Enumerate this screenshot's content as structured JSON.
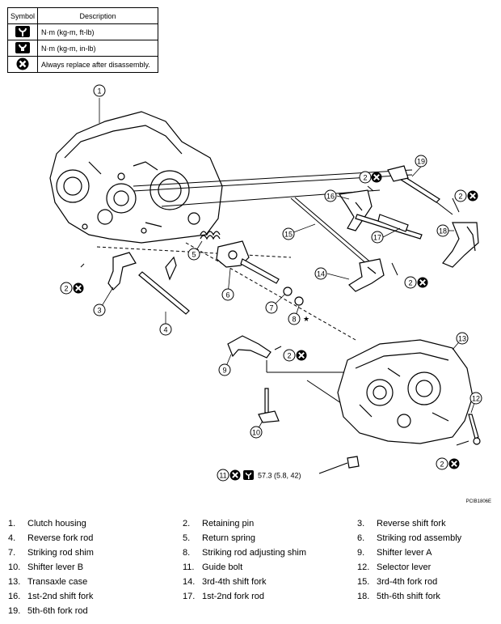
{
  "symbol_table": {
    "header_symbol": "Symbol",
    "header_description": "Description",
    "rows": [
      {
        "icon": "torque-wrench-icon",
        "description": "N·m (kg-m, ft-lb)"
      },
      {
        "icon": "torque-wrench-small-icon",
        "description": "N·m (kg-m, in-lb)"
      },
      {
        "icon": "replace-x-icon",
        "description": "Always replace after disassembly."
      }
    ]
  },
  "callouts": [
    "1",
    "2",
    "3",
    "4",
    "5",
    "6",
    "7",
    "8",
    "9",
    "10",
    "11",
    "12",
    "13",
    "14",
    "15",
    "16",
    "17",
    "18",
    "19"
  ],
  "star": "★",
  "torque_spec": "57.3 (5.8, 42)",
  "figure_id": "PCIB1806E",
  "legend": [
    {
      "num": "1.",
      "label": "Clutch housing"
    },
    {
      "num": "2.",
      "label": "Retaining pin"
    },
    {
      "num": "3.",
      "label": "Reverse shift fork"
    },
    {
      "num": "4.",
      "label": "Reverse fork rod"
    },
    {
      "num": "5.",
      "label": "Return spring"
    },
    {
      "num": "6.",
      "label": "Striking rod assembly"
    },
    {
      "num": "7.",
      "label": "Striking rod shim"
    },
    {
      "num": "8.",
      "label": "Striking rod adjusting shim"
    },
    {
      "num": "9.",
      "label": "Shifter lever A"
    },
    {
      "num": "10.",
      "label": "Shifter lever B"
    },
    {
      "num": "11.",
      "label": "Guide bolt"
    },
    {
      "num": "12.",
      "label": "Selector lever"
    },
    {
      "num": "13.",
      "label": "Transaxle case"
    },
    {
      "num": "14.",
      "label": "3rd-4th shift fork"
    },
    {
      "num": "15.",
      "label": "3rd-4th fork rod"
    },
    {
      "num": "16.",
      "label": "1st-2nd shift fork"
    },
    {
      "num": "17.",
      "label": "1st-2nd fork rod"
    },
    {
      "num": "18.",
      "label": "5th-6th shift fork"
    },
    {
      "num": "19.",
      "label": "5th-6th fork rod"
    }
  ]
}
